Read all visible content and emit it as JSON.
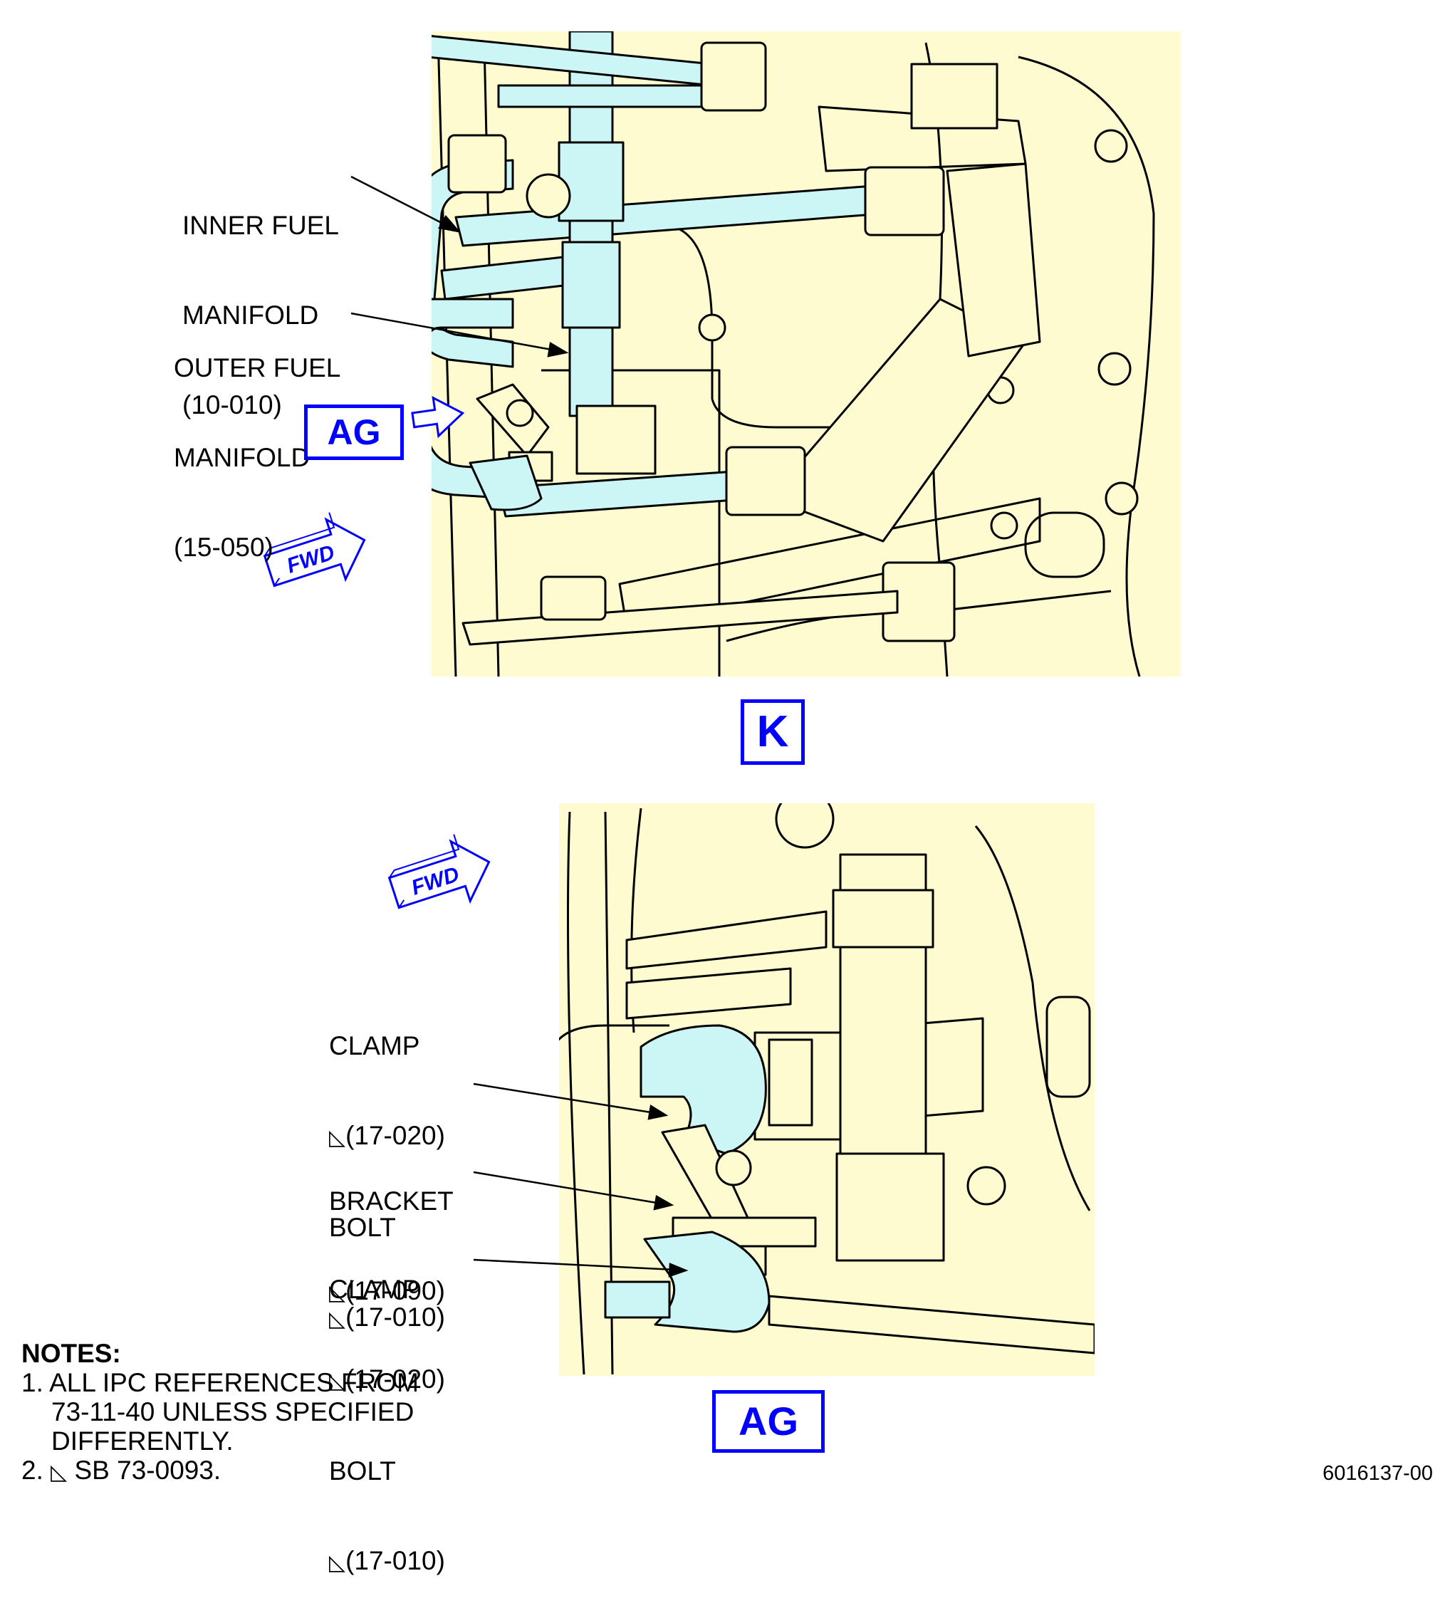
{
  "colors": {
    "background_fill": "#fefbd1",
    "highlight_fill": "#ccf5f5",
    "callout_blue": "#0000ff",
    "line": "#000000"
  },
  "view_k": {
    "label": "K",
    "callouts": [
      {
        "name": "INNER FUEL",
        "line2": "MANIFOLD",
        "ref": "(10-010)"
      },
      {
        "name": "OUTER FUEL",
        "line2": "MANIFOLD",
        "ref": "(15-050)"
      }
    ],
    "view_ref": "AG",
    "fwd_label": "FWD"
  },
  "view_ag": {
    "label": "AG",
    "fwd_label": "FWD",
    "callouts": [
      {
        "name": "CLAMP",
        "ref": "(17-020)",
        "name2": "BOLT",
        "ref2": "(17-010)"
      },
      {
        "name": "BRACKET",
        "ref": "(17-090)"
      },
      {
        "name": "CLAMP",
        "ref": "(17-020)",
        "name2": "BOLT",
        "ref2": "(17-010)"
      }
    ]
  },
  "sb_icon": "triangle-flag-icon",
  "notes": {
    "title": "NOTES:",
    "item1_num": "1.",
    "item1_l1": "ALL IPC REFERENCES FROM",
    "item1_l2": "73-11-40 UNLESS SPECIFIED",
    "item1_l3": "DIFFERENTLY.",
    "item2_num": "2.",
    "item2_text": "SB 73-0093."
  },
  "doc_number": "6016137-00"
}
